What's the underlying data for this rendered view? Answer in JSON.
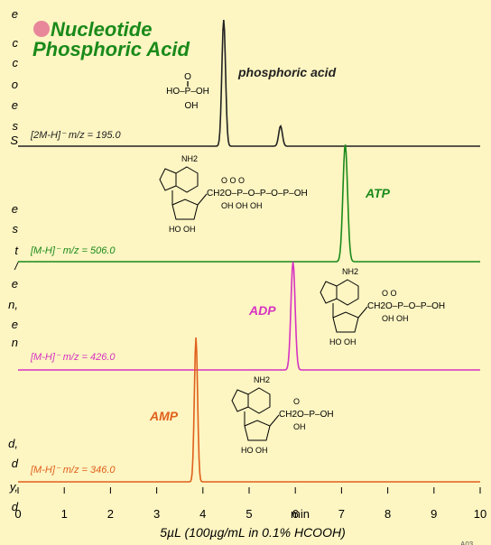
{
  "page": {
    "top_banner": "(              )",
    "left_margin_fragments": [
      "e",
      "c",
      "c",
      "o",
      "e",
      "s",
      "S",
      "e",
      "s",
      "t",
      "/",
      "e",
      "n,",
      "e",
      "n",
      "d,",
      "d",
      "y,",
      "d"
    ],
    "footnote": "A03"
  },
  "chart_data": {
    "type": "line",
    "title": "Nucleotide\nPhosphoric Acid",
    "xlabel": "5µL (100µg/mL in 0.1% HCOOH)",
    "x_unit_label": "min",
    "xlim": [
      0,
      10
    ],
    "x_ticks": [
      0,
      1,
      2,
      3,
      4,
      5,
      6,
      7,
      8,
      9,
      10
    ],
    "grid": false,
    "series": [
      {
        "name": "phosphoric acid",
        "ion_label": "[2M-H]⁻ m/z = 195.0",
        "color": "#222222",
        "peaks": [
          {
            "rt": 4.45,
            "height": 1.0
          },
          {
            "rt": 5.68,
            "height": 0.16
          }
        ]
      },
      {
        "name": "ATP",
        "ion_label": "[M-H]⁻ m/z = 506.0",
        "color": "#1a8a1a",
        "peaks": [
          {
            "rt": 7.08,
            "height": 1.0
          }
        ]
      },
      {
        "name": "ADP",
        "ion_label": "[M-H]⁻ m/z = 426.0",
        "color": "#d633c2",
        "peaks": [
          {
            "rt": 5.95,
            "height": 1.0
          }
        ]
      },
      {
        "name": "AMP",
        "ion_label": "[M-H]⁻ m/z = 346.0",
        "color": "#e0601c",
        "peaks": [
          {
            "rt": 3.85,
            "height": 1.0
          }
        ]
      }
    ],
    "structures": {
      "phosphoric_acid": {
        "top": "O",
        "top_bond": "‖",
        "row": "HO–P–OH",
        "bottom": "OH"
      },
      "atp": {
        "nh2": "NH2",
        "chain": "CH2O–P–O–P–O–P–OH",
        "oxygens": "O   O   O",
        "hydroxyls": "OH  OH  OH",
        "ribose_oh": "HO   OH"
      },
      "adp": {
        "nh2": "NH2",
        "chain": "CH2O–P–O–P–OH",
        "oxygens": "O   O",
        "hydroxyls": "OH  OH",
        "ribose_oh": "HO   OH"
      },
      "amp": {
        "nh2": "NH2",
        "chain": "CH2O–P–OH",
        "oxygens": "O",
        "hydroxyls": "OH",
        "ribose_oh": "HO   OH"
      }
    }
  }
}
